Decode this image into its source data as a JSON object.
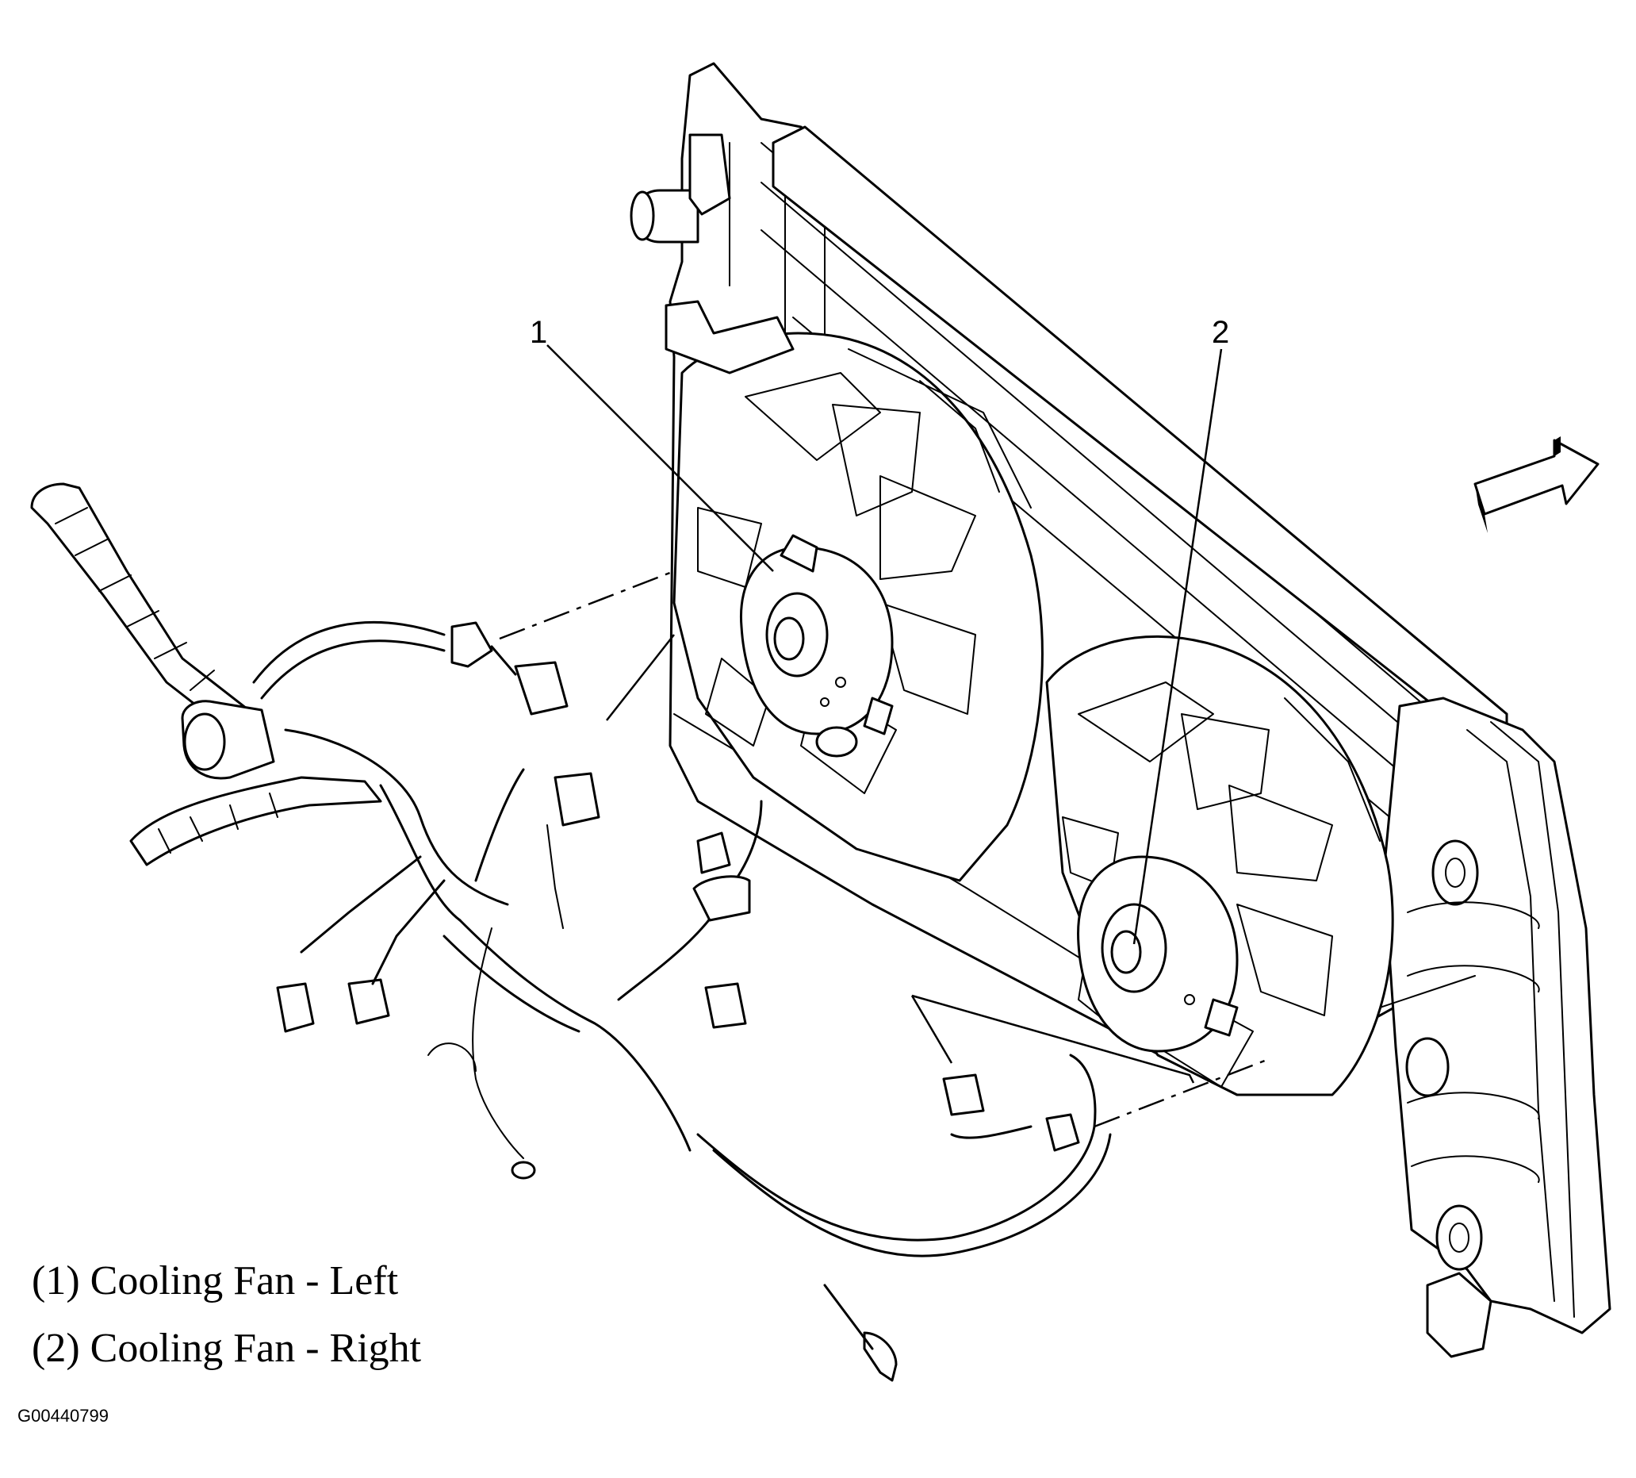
{
  "callouts": [
    {
      "number": "1"
    },
    {
      "number": "2"
    }
  ],
  "legend": [
    {
      "text": "(1) Cooling Fan - Left"
    },
    {
      "text": "(2) Cooling Fan - Right"
    }
  ],
  "figure_id": "G00440799",
  "icons": [
    "direction-arrow-icon"
  ]
}
